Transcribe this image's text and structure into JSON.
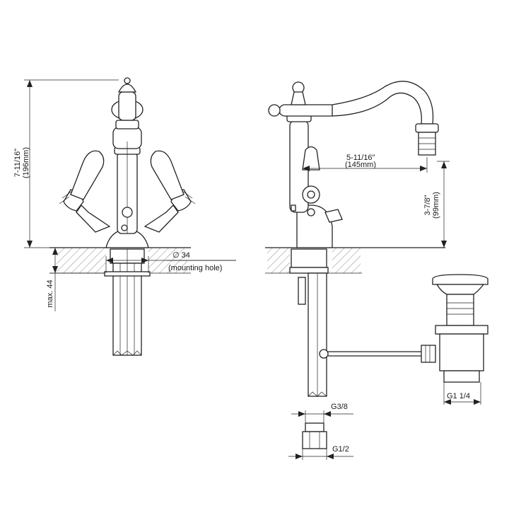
{
  "front_view": {
    "height_label": "7-11/16\"",
    "height_label_mm": "(196mm)",
    "depth_label": "max. 44",
    "hole_label": "∅ 34",
    "hole_note": "(mounting hole)"
  },
  "side_view": {
    "reach_label": "5-11/16\"",
    "reach_label_mm": "(145mm)",
    "spout_height_label": "3-7/8\"",
    "spout_height_label_mm": "(99mm)"
  },
  "connections": {
    "top_thread": "G3/8",
    "bottom_thread": "G1/2",
    "drain_thread": "G1 1/4"
  }
}
